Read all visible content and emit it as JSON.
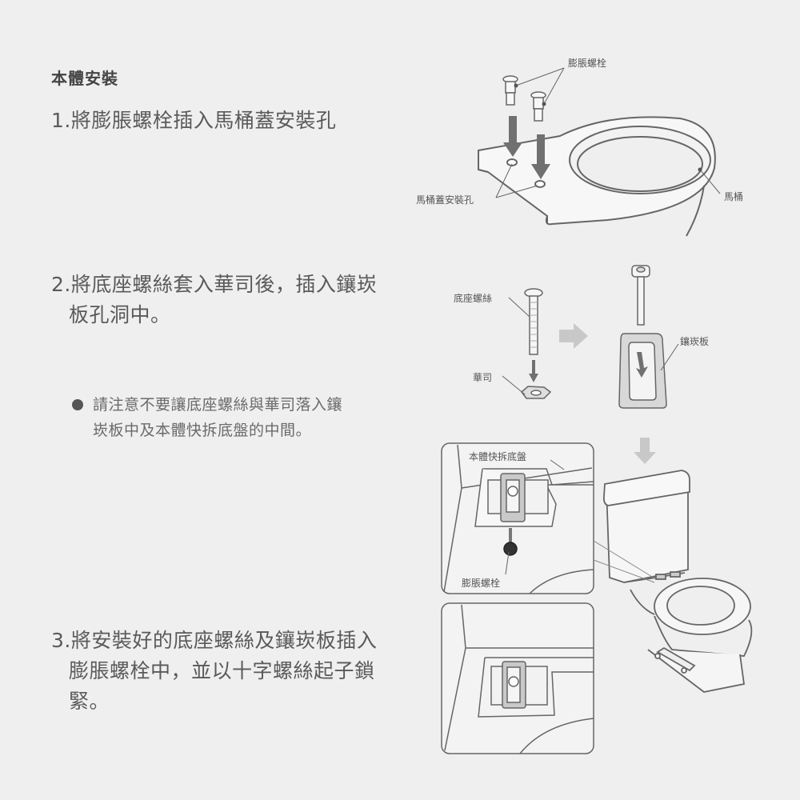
{
  "heading": "本體安裝",
  "steps": [
    {
      "line1": "1.將膨脹螺栓插入馬桶蓋安裝孔",
      "line2": ""
    },
    {
      "line1": "2.將底座螺絲套入華司後，插入鑲崁",
      "line2": "板孔洞中。"
    },
    {
      "line1": "3.將安裝好的底座螺絲及鑲崁板插入",
      "line2": "膨脹螺栓中，並以十字螺絲起子鎖",
      "line3": "緊。"
    }
  ],
  "note": {
    "line1": "請注意不要讓底座螺絲與華司落入鑲",
    "line2": "崁板中及本體快拆底盤的中間。"
  },
  "diagram_labels": {
    "expansion_bolt_top": "膨脹螺栓",
    "lid_install_hole": "馬桶蓋安裝孔",
    "toilet": "馬桶",
    "base_screw": "底座螺絲",
    "washer": "華司",
    "inlay_plate": "鑲崁板",
    "quick_release_base": "本體快拆底盤",
    "expansion_bolt_inset": "膨脹螺栓"
  },
  "colors": {
    "background": "#efefef",
    "text": "#555555",
    "arrow_dark": "#6e6e6e",
    "arrow_light": "#c8c8c8",
    "line": "#666666"
  }
}
